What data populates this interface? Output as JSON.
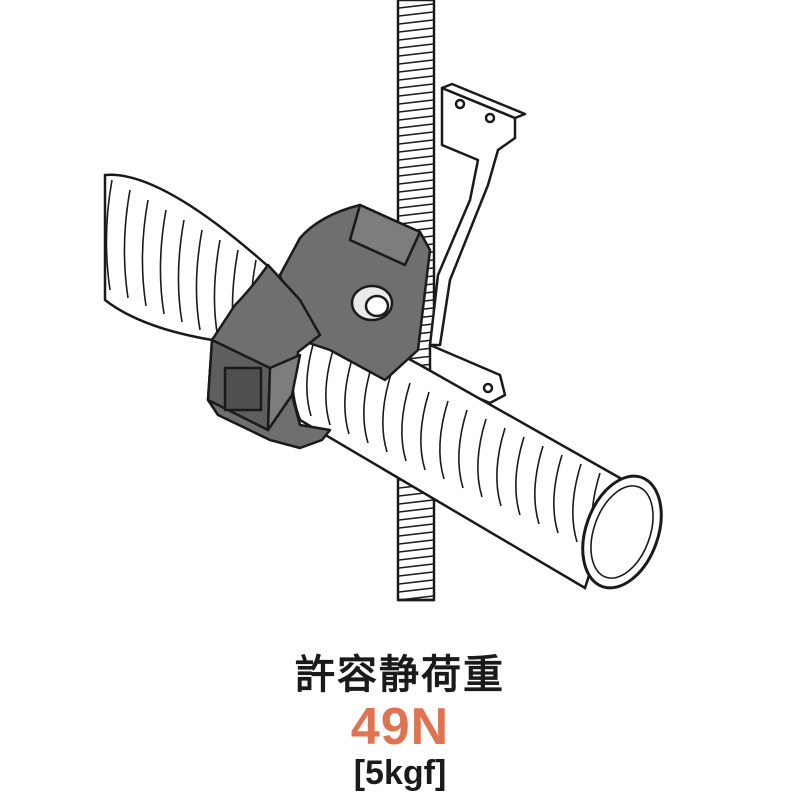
{
  "caption": {
    "title": "許容静荷重",
    "value": "49N",
    "sub_value": "[5kgf]"
  },
  "colors": {
    "value_accent": "#e07452",
    "hanger_body": "#6f6f6f",
    "hanger_dark": "#4f4f4f",
    "hose": "#ffffff",
    "outline": "#1a1a1a"
  },
  "illustration": {
    "parts": [
      "threaded-rod",
      "mounting-bracket",
      "hose-hanger",
      "flexible-hose"
    ]
  }
}
